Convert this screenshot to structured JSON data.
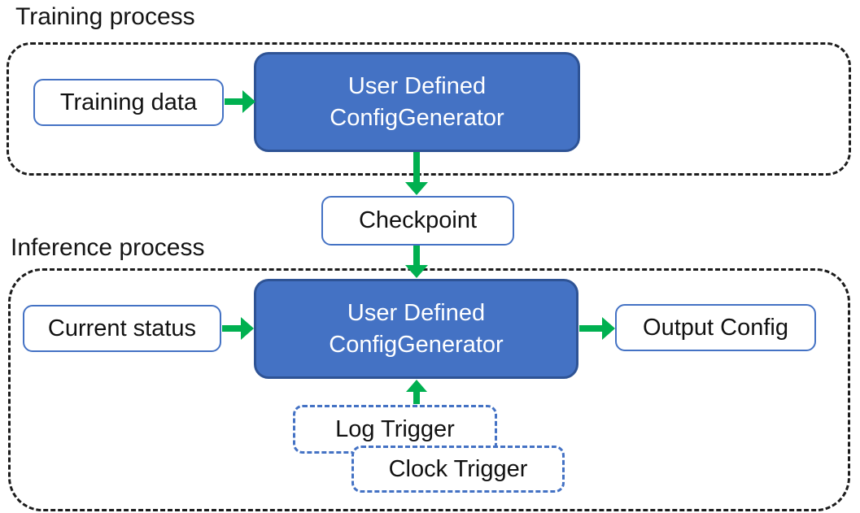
{
  "colors": {
    "accent_blue": "#4472C4",
    "accent_blue_dark": "#2E5395",
    "green": "#00B050",
    "dash_black": "#1c1c1c"
  },
  "training": {
    "section_label": "Training process",
    "input_label": "Training data",
    "generator_line1": "User Defined",
    "generator_line2": "ConfigGenerator"
  },
  "checkpoint": {
    "label": "Checkpoint"
  },
  "inference": {
    "section_label": "Inference process",
    "input_label": "Current status",
    "generator_line1": "User Defined",
    "generator_line2": "ConfigGenerator",
    "output_label": "Output Config",
    "log_trigger_label": "Log Trigger",
    "clock_trigger_label": "Clock Trigger"
  }
}
